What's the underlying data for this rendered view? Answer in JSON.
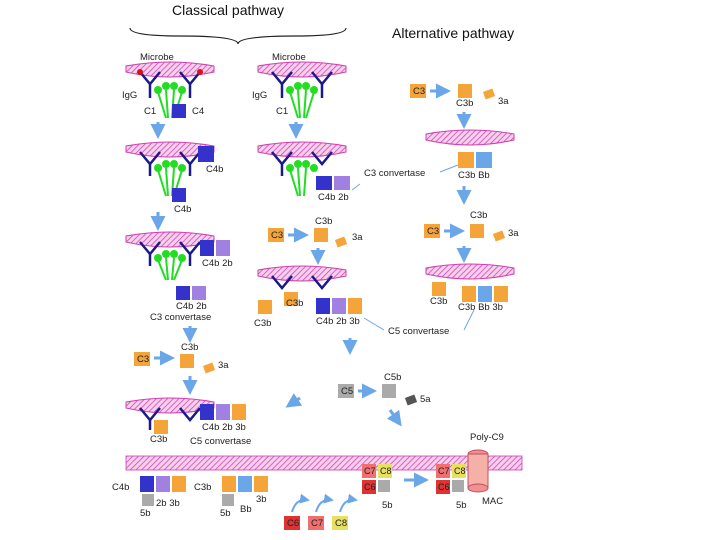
{
  "titles": {
    "classical": "Classical pathway",
    "alternative": "Alternative pathway"
  },
  "labels": {
    "microbe": "Microbe",
    "igg": "IgG",
    "c1": "C1",
    "c4": "C4",
    "c4b": "C4b",
    "c4b2b": "C4b 2b",
    "c4b2b_stack": "C4b 2b",
    "c3_convertase": "C3 convertase",
    "c3_convertase_b": "C3 convertase",
    "c3": "C3",
    "c3b": "C3b",
    "c3a": "3a",
    "c3a_b": "3a",
    "c4b2b3b": "C4b 2b 3b",
    "c5_convertase": "C5 convertase",
    "c5_convertase_b": "C5 convertase",
    "c3bbb": "C3b Bb",
    "c3bbb3b": "C3b Bb 3b",
    "c5": "C5",
    "c5b": "C5b",
    "c5a": "5a",
    "poly_c9": "Poly-C9",
    "mac": "MAC",
    "c6": "C6",
    "c7": "C7",
    "c8": "C8",
    "c5b_short": "5b",
    "bb": "Bb",
    "mem_c4b": "C4b",
    "mem_2b3b": "2b 3b",
    "mem_c3b": "C3b",
    "mem_3b": "3b",
    "mem_5b": "5b",
    "mem_5b_2": "5b",
    "mem_bb": "Bb",
    "mem_5b_3": "5b"
  },
  "colors": {
    "microbe": "#e060c8",
    "igg": "#1a1a8a",
    "red_dot": "#dd1111",
    "c1": "#22dd22",
    "c4": "#3333cc",
    "c2": "#a080e0",
    "c3": "#f5a43a",
    "bb": "#6aa6e8",
    "c5": "#888888",
    "c6": "#dd3333",
    "c7": "#f07070",
    "c8": "#e8e060",
    "c9": "#f09090",
    "arrow": "#6aa6e8"
  },
  "icons": [
    "microbe-surface",
    "igg-antibody",
    "c1-complex",
    "arrow"
  ]
}
